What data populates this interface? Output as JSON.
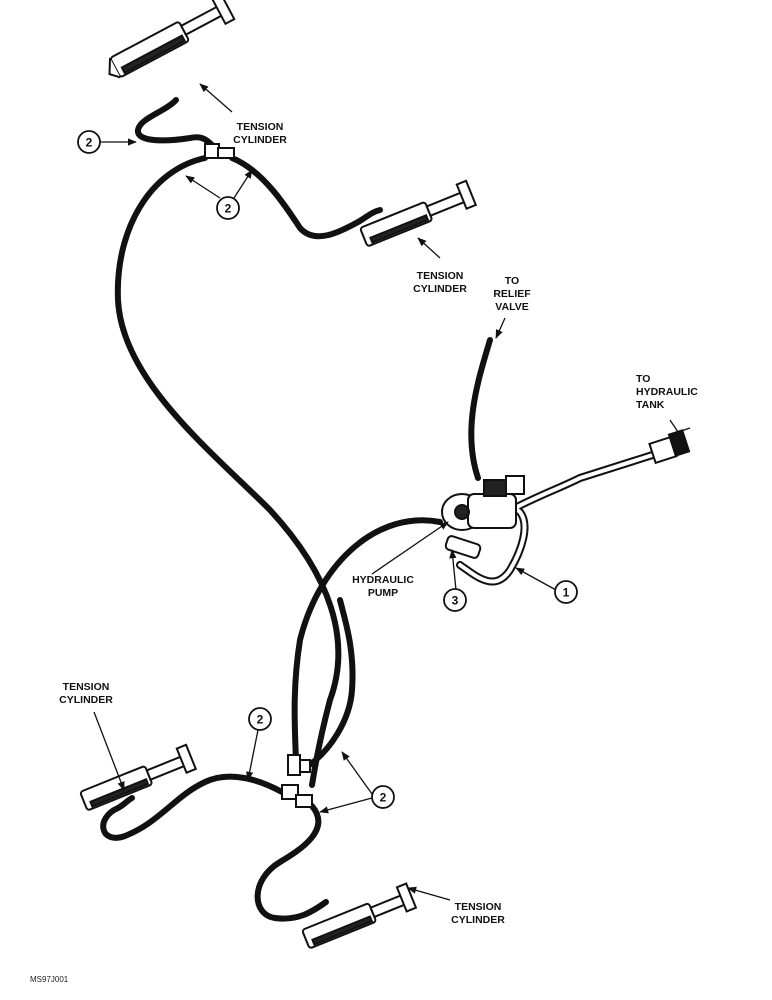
{
  "labels": {
    "tension_cylinder_line1": "TENSION",
    "tension_cylinder_line2": "CYLINDER",
    "relief_line1": "TO",
    "relief_line2": "RELIEF",
    "relief_line3": "VALVE",
    "tank_line1": "TO",
    "tank_line2": "HYDRAULIC",
    "tank_line3": "TANK",
    "pump_line1": "HYDRAULIC",
    "pump_line2": "PUMP"
  },
  "callouts": {
    "pump_to_tank_hose": "1",
    "cylinder_hose": "2",
    "pump_outlet_hose": "3"
  },
  "figure_code": "MS97J001"
}
